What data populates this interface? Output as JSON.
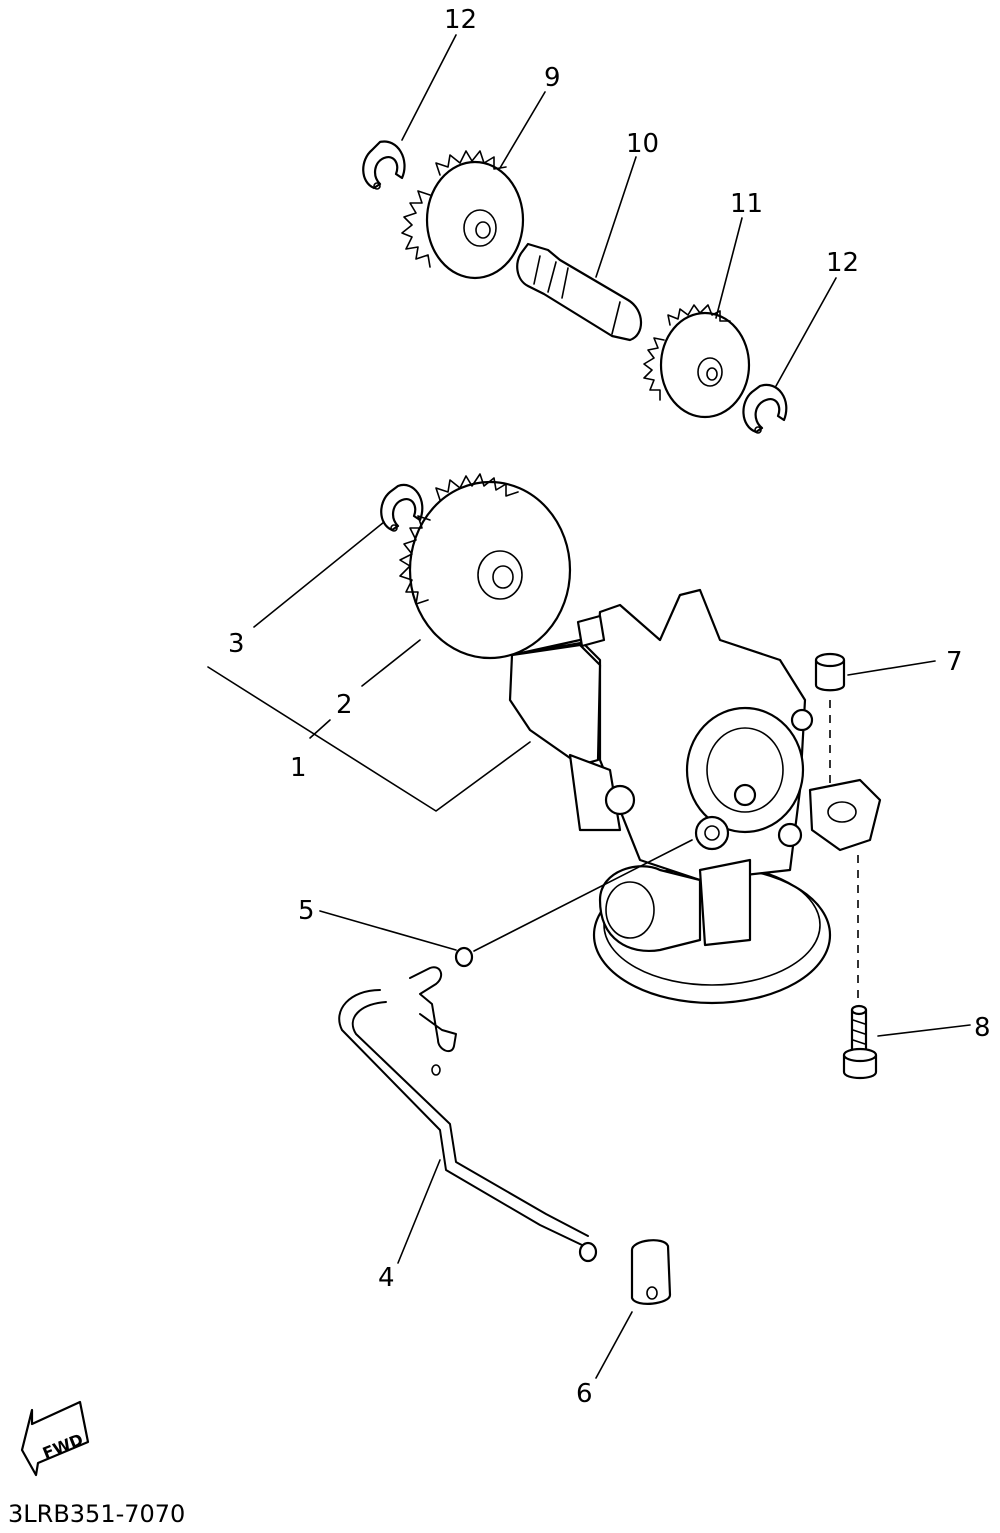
{
  "diagram_code": "3LRB351-7070",
  "fwd_label": "FWD",
  "callouts": {
    "c1": "1",
    "c2": "2",
    "c3": "3",
    "c4": "4",
    "c5": "5",
    "c6": "6",
    "c7": "7",
    "c8": "8",
    "c9": "9",
    "c10": "10",
    "c11": "11",
    "c12a": "12",
    "c12b": "12"
  }
}
